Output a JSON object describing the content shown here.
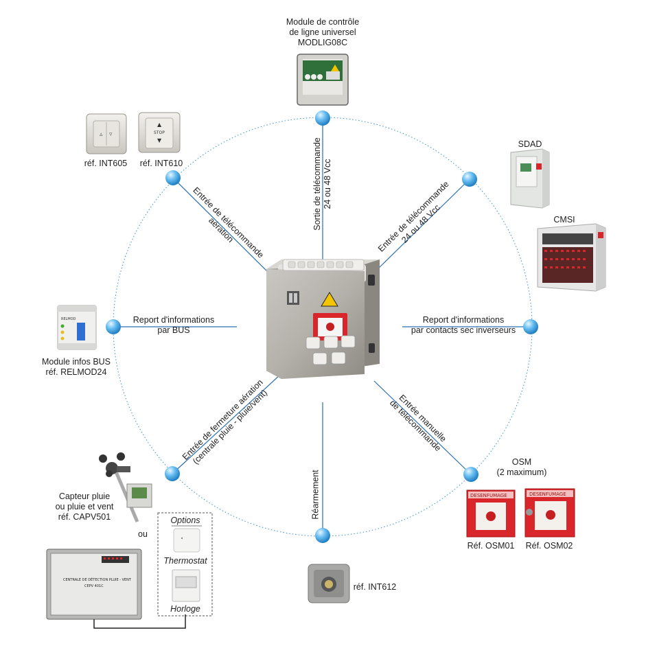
{
  "center": {
    "name": "central-cabinet"
  },
  "top_device": {
    "line1": "Module de contrôle",
    "line2": "de ligne universel",
    "line3": "MODLIG08C"
  },
  "int605": "réf. INT605",
  "int610": "réf. INT610",
  "int610_stop": "STOP",
  "sdad": "SDAD",
  "cmsi": "CMSI",
  "module_bus": {
    "line1": "Module infos BUS",
    "line2": "réf. RELMOD24",
    "panel_text": "RELMOD"
  },
  "osm": {
    "line1": "OSM",
    "line2": "(2 maximum)",
    "ref1": "Réf. OSM01",
    "ref2": "Réf. OSM02",
    "banner": "DESENFUMAGE"
  },
  "capteur": {
    "line1": "Capteur pluie",
    "line2": "ou pluie et vent",
    "line3": "réf. CAPV501"
  },
  "ou": "ou",
  "options": {
    "title": "Options",
    "thermostat": "Thermostat",
    "horloge": "Horloge"
  },
  "int612": "réf. INT612",
  "centrale_label": {
    "line1": "CENTRALE DE DÉTECTION PLUIE - VENT",
    "line2": "CEPV 401C"
  },
  "links": {
    "top": {
      "line1": "Sortie de télécommande",
      "line2": "24 ou 48 Vcc"
    },
    "top_left": {
      "line1": "Entrée de télécommande",
      "line2": "aération"
    },
    "top_right": {
      "line1": "Entrée de télécommande",
      "line2": "24 ou 48 Vcc"
    },
    "left": {
      "line1": "Report d'informations",
      "line2": "par BUS"
    },
    "right": {
      "line1": "Report d'informations",
      "line2": "par contacts sec inverseurs"
    },
    "bottom_left": {
      "line1": "Entrée de fermeture aération",
      "line2": "(centrale pluie - pluie/vent)"
    },
    "bottom_right": {
      "line1": "Entrée manuelle",
      "line2": "de télécommande"
    },
    "bottom": {
      "line1": "Réarmement"
    }
  },
  "colors": {
    "circle": "#3a8fd0",
    "line": "#2a6fb0",
    "node": "#58b4ef",
    "red": "#d8262a"
  }
}
